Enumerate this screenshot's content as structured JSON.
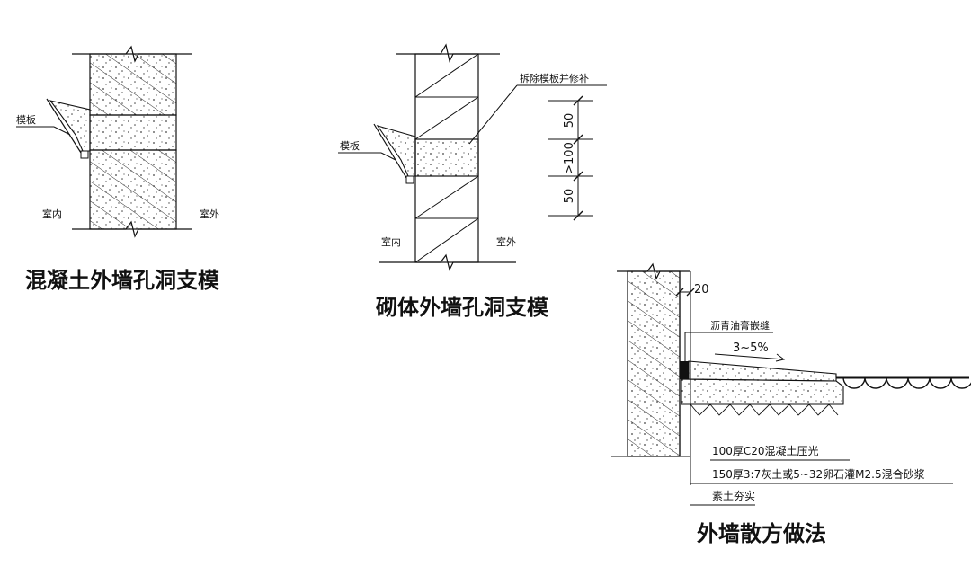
{
  "diagrams": {
    "concrete": {
      "caption": "混凝土外墙孔洞支模",
      "formwork_label": "模板",
      "indoor_label": "室内",
      "outdoor_label": "室外"
    },
    "masonry": {
      "caption": "砌体外墙孔洞支模",
      "formwork_label": "模板",
      "note_label": "拆除模板并修补",
      "indoor_label": "室内",
      "outdoor_label": "室外",
      "dims": [
        "50",
        ">100",
        "50"
      ]
    },
    "apron": {
      "caption": "外墙散方做法",
      "gap_dim": "20",
      "joint_label": "沥青油膏嵌缝",
      "slope_label": "3~5%",
      "layers": [
        "100厚C20混凝土压光",
        "150厚3:7灰土或5~32卵石灌M2.5混合砂浆",
        "素土夯实"
      ]
    }
  }
}
